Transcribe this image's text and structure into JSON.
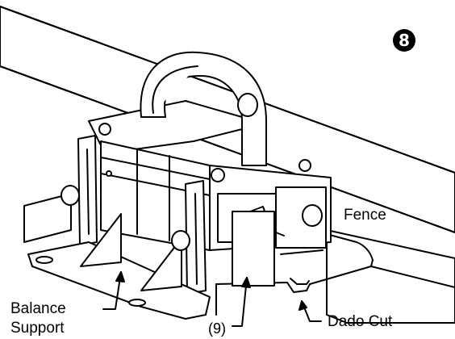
{
  "figure": {
    "step_number": "8",
    "labels": {
      "fence": "Fence",
      "balance_line1": "Balance",
      "balance_line2": "Support",
      "part_ref": "(9)",
      "dado_cut": "Dado Cut"
    }
  }
}
